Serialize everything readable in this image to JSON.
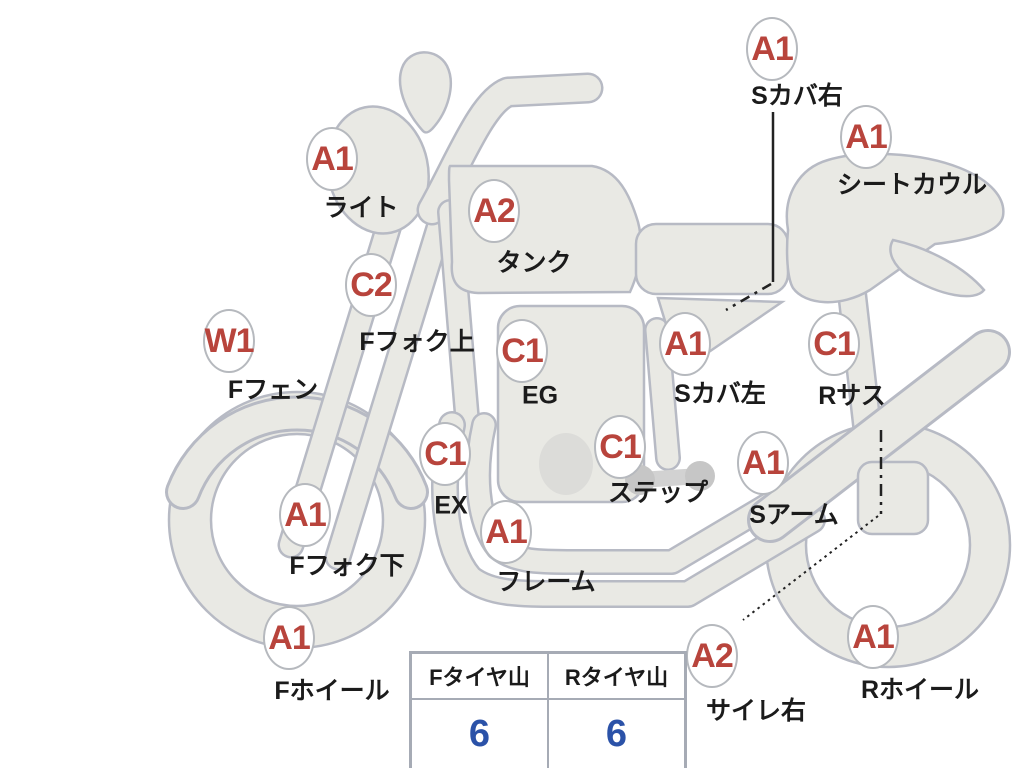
{
  "diagram": {
    "type": "motorcycle-condition-diagram",
    "markers": [
      {
        "id": "side-cover-right",
        "grade": "A1",
        "label": "Sカバ右"
      },
      {
        "id": "seat-cowl",
        "grade": "A1",
        "label": "シートカウル"
      },
      {
        "id": "light",
        "grade": "A1",
        "label": "ライト"
      },
      {
        "id": "tank",
        "grade": "A2",
        "label": "タンク"
      },
      {
        "id": "front-fork-upper",
        "grade": "C2",
        "label": "Fフォク上"
      },
      {
        "id": "front-fender",
        "grade": "W1",
        "label": "Fフェン"
      },
      {
        "id": "engine",
        "grade": "C1",
        "label": "EG"
      },
      {
        "id": "side-cover-left",
        "grade": "A1",
        "label": "Sカバ左"
      },
      {
        "id": "rear-suspension",
        "grade": "C1",
        "label": "Rサス"
      },
      {
        "id": "exhaust",
        "grade": "C1",
        "label": "EX"
      },
      {
        "id": "step",
        "grade": "C1",
        "label": "ステップ"
      },
      {
        "id": "swing-arm",
        "grade": "A1",
        "label": "Sアーム"
      },
      {
        "id": "front-fork-lower",
        "grade": "A1",
        "label": "Fフォク下"
      },
      {
        "id": "frame",
        "grade": "A1",
        "label": "フレーム"
      },
      {
        "id": "front-wheel",
        "grade": "A1",
        "label": "Fホイール"
      },
      {
        "id": "muffler-right",
        "grade": "A2",
        "label": "サイレ右"
      },
      {
        "id": "rear-wheel",
        "grade": "A1",
        "label": "Rホイール"
      }
    ],
    "tire_table": {
      "headers": [
        "Fタイヤ山",
        "Rタイヤ山"
      ],
      "values": [
        "6",
        "6"
      ]
    },
    "colors": {
      "grade_red": "#b8443c",
      "tread_value_blue": "#2b52a8",
      "body_fill": "#e9e9e4",
      "body_outline": "#b7bac4",
      "label_black": "#1b1b1b",
      "table_border_gray": "#a6abb5"
    }
  }
}
